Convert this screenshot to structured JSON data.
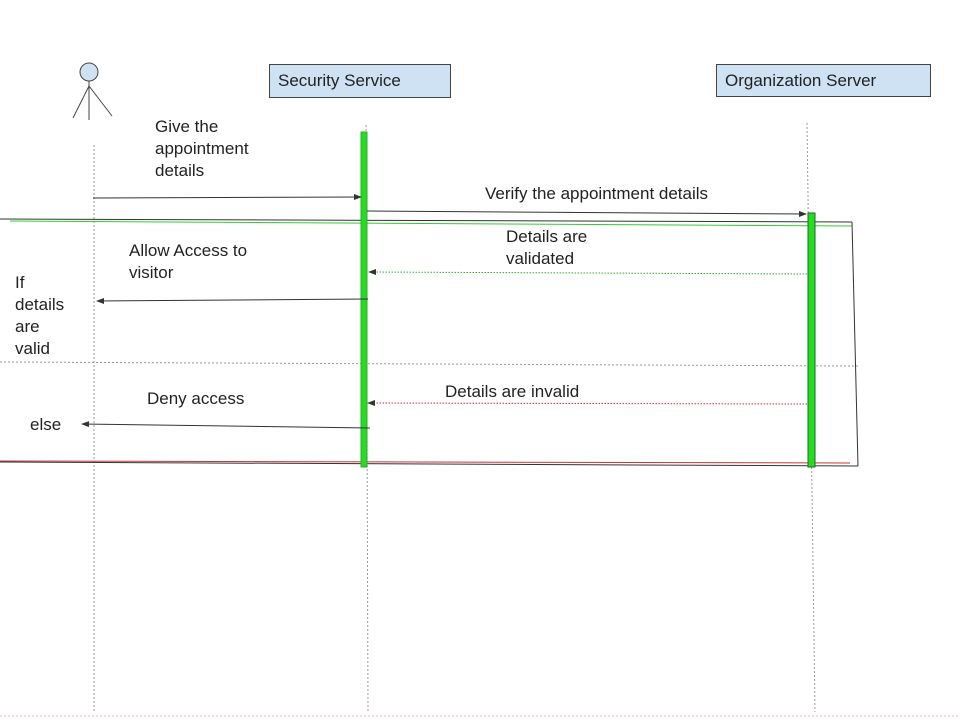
{
  "participants": {
    "security_service": "Security Service",
    "organization_server": "Organization Server"
  },
  "messages": {
    "give_details": "Give the\nappointment\ndetails",
    "verify_details": "Verify the appointment details",
    "details_validated": "Details are\nvalidated",
    "allow_access": "Allow Access to\nvisitor",
    "details_invalid": "Details are invalid",
    "deny_access": "Deny access"
  },
  "alt_fragment": {
    "condition_if": "If\ndetails\nare\nvalid",
    "condition_else": "else"
  },
  "colors": {
    "participant_fill": "#cfe2f3",
    "activation_bar": "#22dd22",
    "guard_top_line": "#33cc33",
    "guard_bottom_line": "#cc3333",
    "frame_line": "#333333",
    "lifeline": "#999999"
  }
}
